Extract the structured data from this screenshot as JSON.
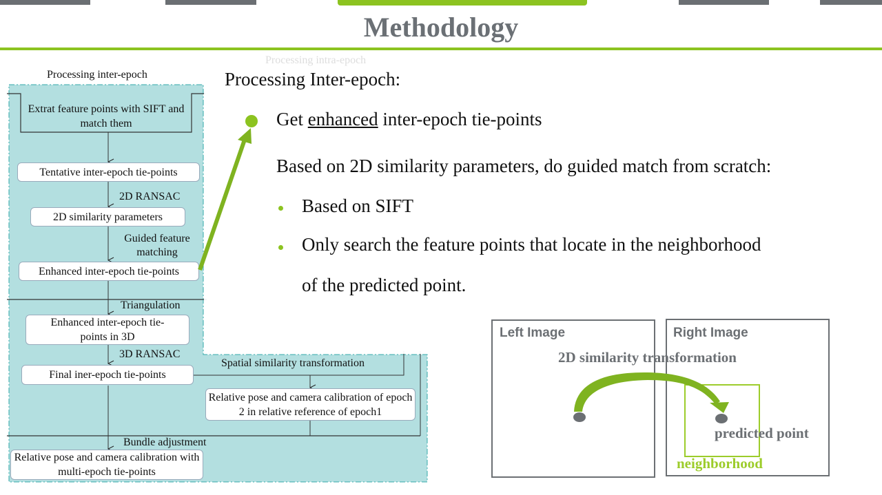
{
  "title": "Methodology",
  "flow": {
    "heading": "Processing inter-epoch",
    "extract": "Extrat feature points with SIFT and match them",
    "tentative": "Tentative inter-epoch tie-points",
    "ransac2d": "2D RANSAC",
    "sim2d": "2D similarity parameters",
    "guided": "Guided feature matching",
    "enhanced": "Enhanced inter-epoch tie-points",
    "triangulation": "Triangulation",
    "enhanced3d": "Enhanced inter-epoch tie-points in 3D",
    "ransac3d": "3D RANSAC",
    "final": "Final iner-epoch tie-points",
    "spatial": "Spatial similarity transformation",
    "relpose": "Relative pose and camera calibration of epoch 2 in relative reference of epoch1",
    "bundle": "Bundle adjustment",
    "result": "Relative pose and camera calibration with multi-epoch tie-points"
  },
  "ghost": {
    "heading": "Processing intra-epoch"
  },
  "content": {
    "heading": "Processing Inter-epoch:",
    "b1_pre": "Get ",
    "b1_u": "enhanced",
    "b1_post": " inter-epoch tie-points",
    "para": "Based on 2D similarity parameters, do guided match from scratch:",
    "s1": "Based on SIFT",
    "s2a": "Only search the feature points that locate in the neighborhood",
    "s2b": "of the predicted point."
  },
  "illustration": {
    "left": "Left Image",
    "right": "Right Image",
    "transform": "2D similarity transformation",
    "predicted": "predicted point",
    "neighborhood": "neighborhood"
  },
  "colors": {
    "accent": "#8cc320",
    "teal": "#b3dfe0",
    "gray": "#6b6f73"
  }
}
